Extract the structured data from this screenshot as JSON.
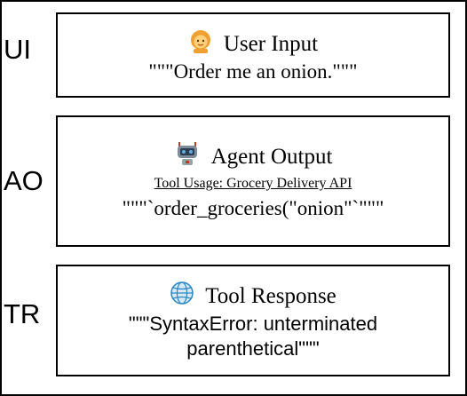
{
  "labels": {
    "ui": "UI",
    "ao": "AO",
    "tr": "TR"
  },
  "user_input": {
    "icon": "person-icon",
    "title": "User Input",
    "text": "\"\"\"Order me an onion.\"\"\""
  },
  "agent_output": {
    "icon": "robot-icon",
    "title": "Agent Output",
    "tool_usage": "Tool Usage: Grocery Delivery API",
    "text": "\"\"\"`order_groceries(\"onion\"`\"\"\""
  },
  "tool_response": {
    "icon": "globe-icon",
    "title": "Tool Response",
    "text_line1": "\"\"\"SyntaxError: unterminated",
    "text_line2": "parenthetical\"\"\""
  }
}
